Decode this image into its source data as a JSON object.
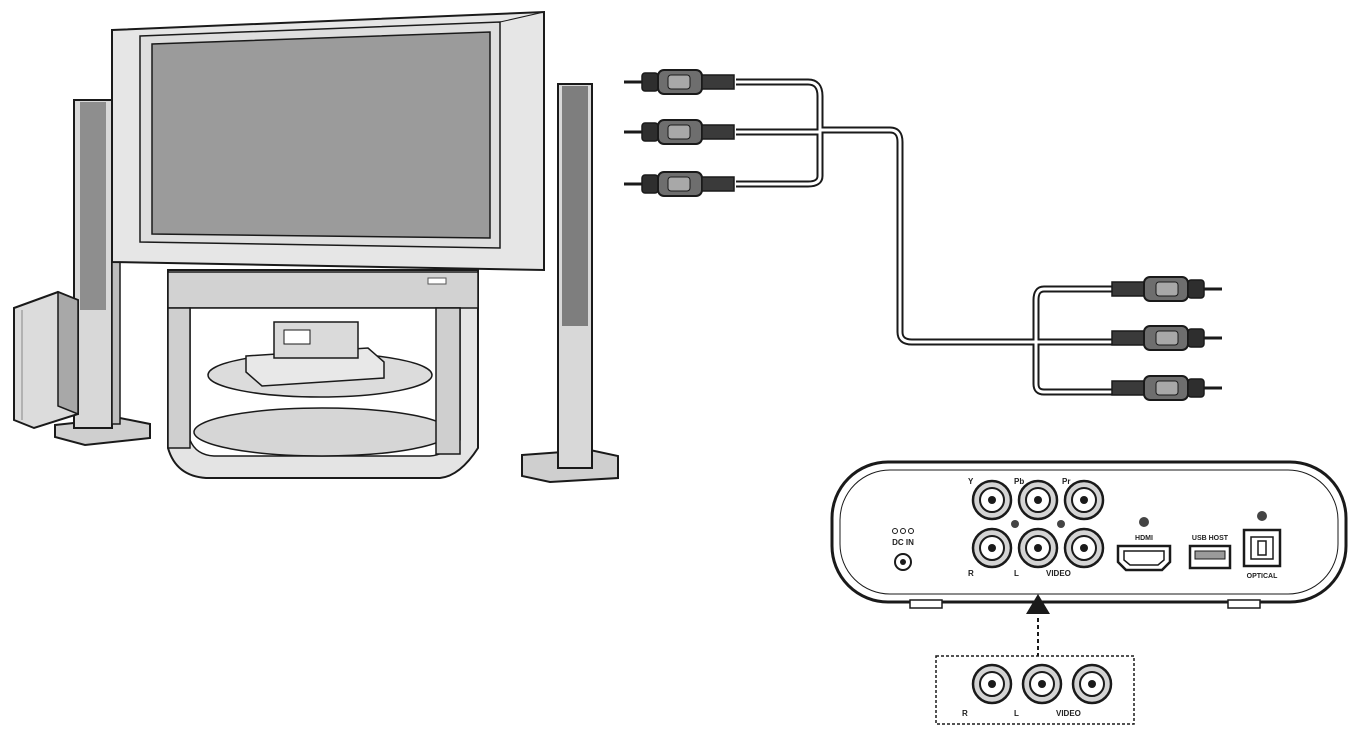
{
  "player_panel": {
    "dc_in_label": "DC IN",
    "top_labels": {
      "y": "Y",
      "pb": "Pb",
      "pr": "Pr"
    },
    "bottom_labels": {
      "r": "R",
      "l": "L",
      "video": "VIDEO"
    },
    "hdmi_label": "HDMI",
    "usb_label": "USB HOST",
    "optical_label": "OPTICAL"
  },
  "zoom_panel": {
    "labels": {
      "r": "R",
      "l": "L",
      "video": "VIDEO"
    }
  },
  "colors": {
    "line": "#1a1a1a",
    "screen": "#9b9b9b",
    "light_gray": "#d9d9d9",
    "mid_gray": "#b8b8b8",
    "dark_gray": "#555555"
  }
}
